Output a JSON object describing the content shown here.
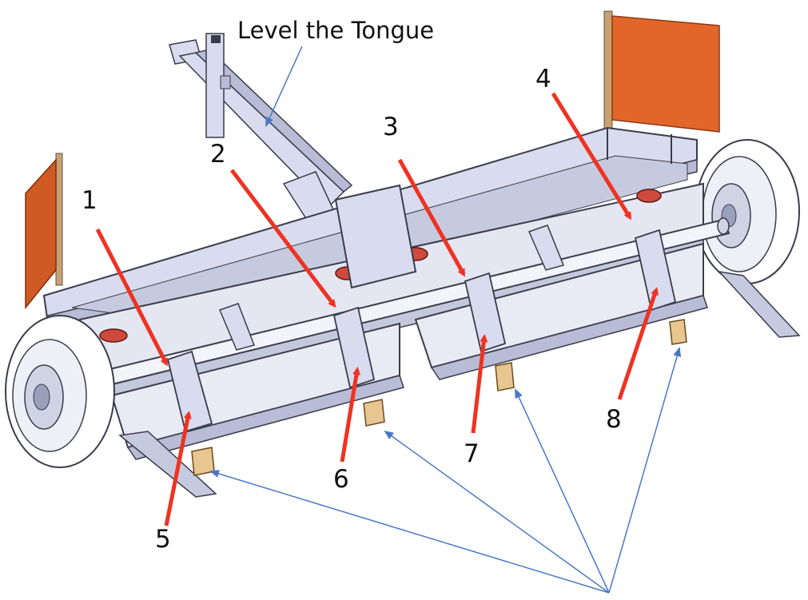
{
  "title": "Level the Tongue",
  "callouts": [
    "1",
    "2",
    "3",
    "4",
    "5",
    "6",
    "7",
    "8"
  ],
  "colors": {
    "frame_fill": "#d9dcee",
    "frame_shade": "#b8bcd6",
    "frame_stroke": "#3a3c4a",
    "flag": "#e2662a",
    "red_arrow": "#ee3322",
    "blue_arrow": "#4a78c6",
    "wood_block": "#e8c690",
    "light": "#cf4a3c"
  }
}
